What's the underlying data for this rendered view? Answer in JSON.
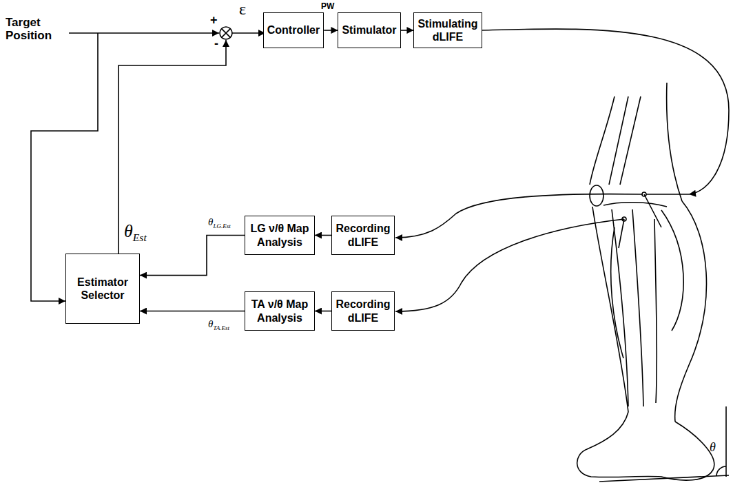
{
  "diagram": {
    "nodes": [
      {
        "text": [
          "Controller"
        ]
      },
      {
        "text": [
          "Stimulator"
        ]
      },
      {
        "text": [
          "Stimulating dLIFE"
        ]
      },
      {
        "text": [
          "LG ν/θ Map Analysis"
        ]
      },
      {
        "text": [
          "Recording dLIFE"
        ]
      },
      {
        "text": [
          "Estimator Selector"
        ]
      },
      {
        "text": [
          "TA ν/θ Map Analysis"
        ]
      },
      {
        "text": [
          "Recording dLIFE"
        ]
      }
    ],
    "edges": [
      {
        "from": 0,
        "to": 1,
        "arrow": "to"
      },
      {
        "from": 1,
        "to": 2,
        "arrow": "to"
      },
      {
        "from": 4,
        "to": 3,
        "arrow": "to"
      },
      {
        "from": 3,
        "to": 5,
        "arrow": "to"
      },
      {
        "from": 7,
        "to": 6,
        "arrow": "to"
      },
      {
        "from": 6,
        "to": 5,
        "arrow": "to"
      }
    ],
    "labels": [
      "Target Position",
      "+",
      "-",
      "ε",
      "PW",
      "θEst",
      "θLG.Est",
      "θTA.Est",
      "θ"
    ]
  }
}
